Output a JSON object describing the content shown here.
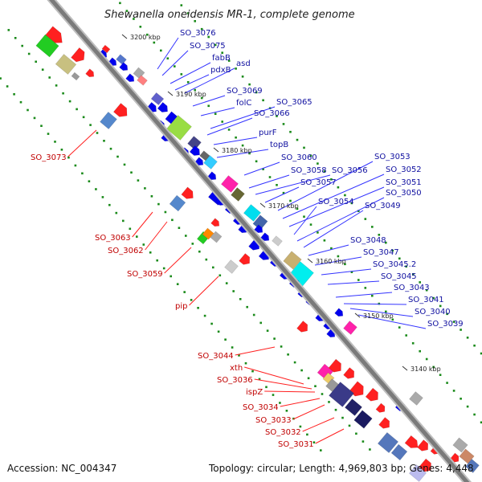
{
  "title": "Shewanella oneidensis MR-1, complete genome",
  "accession_text": "Accession: NC_004347",
  "topology_text": "Topology: circular; Length: 4,969,803 bp; Genes: 4,448",
  "colors": {
    "backbone": "#8a8a8a",
    "top_label": "#1010a0",
    "bottom_label": "#c00000",
    "top_leader": "#3333ff",
    "bottom_leader": "#ff2020",
    "dots": "#1a8a1a"
  },
  "tick_labels": [
    "3200 kbp",
    "3190 kbp",
    "3180 kbp",
    "3170 kbp",
    "3160 kbp",
    "3150 kbp",
    "3140 kbp"
  ],
  "top_labels": [
    "SO_3076",
    "SO_3075",
    "fabB",
    "pdxB",
    "asd",
    "SO_3069",
    "folC",
    "SO_3065",
    "SO_3066",
    "purF",
    "topB",
    "SO_3060",
    "SO_3058",
    "SO_3056",
    "SO_3057",
    "SO_3053",
    "SO_3052",
    "SO_3051",
    "SO_3054",
    "SO_3050",
    "SO_3049",
    "SO_3048",
    "SO_3047",
    "SO_3045.2",
    "SO_3045",
    "SO_3043",
    "SO_3041",
    "SO_3040",
    "SO_3039"
  ],
  "bottom_labels": [
    "SO_3073",
    "SO_3063",
    "SO_3062",
    "SO_3059",
    "pip",
    "SO_3044",
    "xth",
    "SO_3036",
    "ispZ",
    "SO_3034",
    "SO_3033",
    "SO_3032",
    "SO_3031"
  ]
}
